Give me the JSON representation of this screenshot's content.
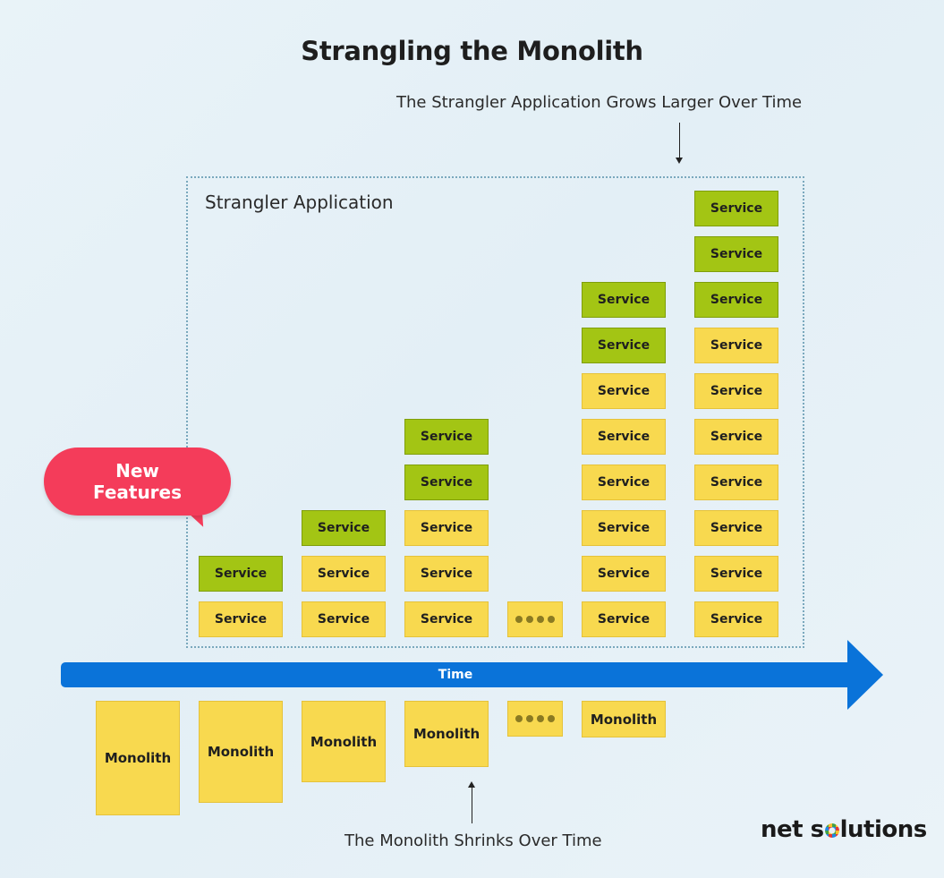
{
  "title": "Strangling the Monolith",
  "captions": {
    "grows": "The Strangler Application Grows Larger Over Time",
    "shrinks": "The Monolith Shrinks Over Time"
  },
  "strangler": {
    "label": "Strangler Application"
  },
  "service_label": "Service",
  "monolith_label": "Monolith",
  "timeline": {
    "label": "Time"
  },
  "callout": {
    "line1": "New",
    "line2": "Features"
  },
  "logo": {
    "part1": "net s",
    "part2": "lutions"
  },
  "colors": {
    "new_service": "#a3c514",
    "legacy_service": "#f8d94f",
    "time_arrow": "#0a73d9",
    "callout": "#f43c5a"
  },
  "stages": [
    {
      "services_total": 2,
      "new_services": 1
    },
    {
      "services_total": 3,
      "new_services": 1
    },
    {
      "services_total": 5,
      "new_services": 2
    },
    {
      "ellipsis": true
    },
    {
      "services_total": 8,
      "new_services": 2
    },
    {
      "services_total": 10,
      "new_services": 3
    }
  ]
}
